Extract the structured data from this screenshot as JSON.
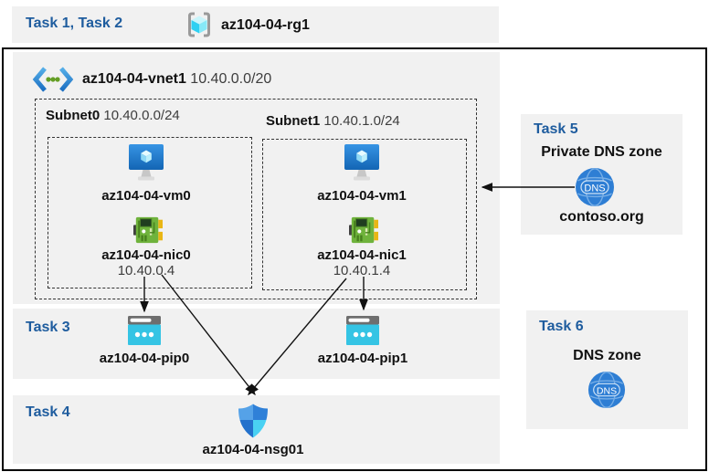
{
  "header": {
    "task_label": "Task 1, Task 2",
    "resource_group": "az104-04-rg1"
  },
  "vnet": {
    "name": "az104-04-vnet1",
    "cidr": "10.40.0.0/20",
    "subnets": [
      {
        "name": "Subnet0",
        "cidr": "10.40.0.0/24",
        "vm": "az104-04-vm0",
        "nic": "az104-04-nic0",
        "ip": "10.40.0.4"
      },
      {
        "name": "Subnet1",
        "cidr": "10.40.1.0/24",
        "vm": "az104-04-vm1",
        "nic": "az104-04-nic1",
        "ip": "10.40.1.4"
      }
    ]
  },
  "task3": {
    "label": "Task 3",
    "pips": [
      "az104-04-pip0",
      "az104-04-pip1"
    ]
  },
  "task4": {
    "label": "Task 4",
    "nsg": "az104-04-nsg01"
  },
  "task5": {
    "label": "Task 5",
    "title": "Private DNS zone",
    "zone": "contoso.org",
    "icon_text": "DNS"
  },
  "task6": {
    "label": "Task 6",
    "title": "DNS zone",
    "icon_text": "DNS"
  },
  "icons": {
    "resource_group": "cube-in-brackets",
    "vnet": "chevrons-with-green-dots",
    "vm": "blue-monitor-cube",
    "nic": "green-network-card",
    "public_ip": "cyan-browser-dots",
    "nsg": "blue-shield",
    "dns": "blue-globe-dns"
  },
  "colors": {
    "task_label_blue": "#1E5C9E",
    "band_gray": "#F1F1F1",
    "border_black": "#000000",
    "arrow": "#111111",
    "vm_blue": "#1E71C4",
    "nic_green": "#6FB33C",
    "pip_cyan": "#35C4E4",
    "dns_blue": "#2E7ED4"
  }
}
